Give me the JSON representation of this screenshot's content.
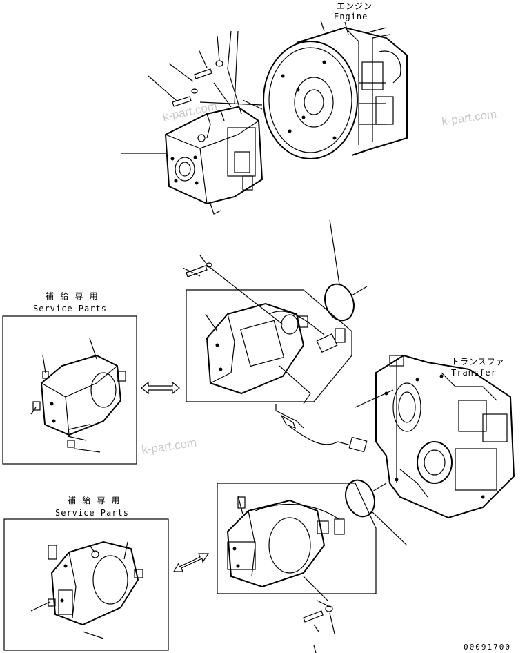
{
  "labels": {
    "engine_jp": "エンジン",
    "engine_en": "Engine",
    "transfer_jp": "トランスファ",
    "transfer_en": "Transfer",
    "service_parts_1_jp": "補 給 専 用",
    "service_parts_1_en": "Service Parts",
    "service_parts_2_jp": "補 給 専 用",
    "service_parts_2_en": "Service Parts"
  },
  "watermarks": [
    "k-part.com",
    "k-part.com",
    "k-part.com"
  ],
  "drawing_code": "00091700",
  "colors": {
    "line": "#000000",
    "watermark": "#c8c8c8",
    "background": "#ffffff"
  }
}
